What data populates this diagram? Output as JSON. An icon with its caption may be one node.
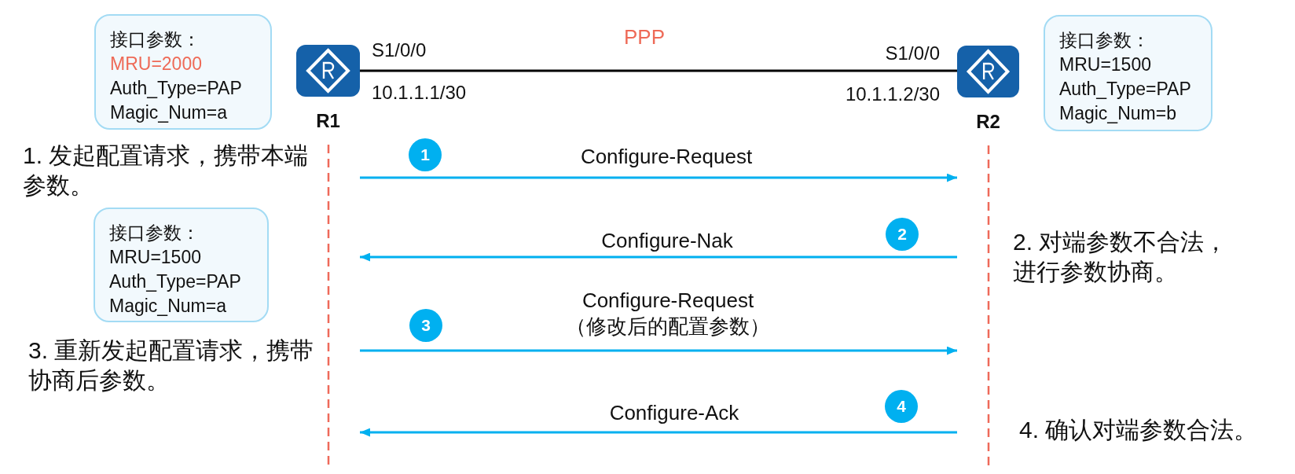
{
  "diagram": {
    "nodes": [
      {
        "text": [
          "接口参数：",
          "MRU=2000",
          "Auth_Type=PAP",
          "Magic_Num=a"
        ]
      },
      {
        "text": [
          "R1"
        ]
      },
      {
        "text": [
          "R2"
        ]
      },
      {
        "text": [
          "接口参数：",
          "MRU=1500",
          "Auth_Type=PAP",
          "Magic_Num=b"
        ]
      },
      {
        "text": [
          "1"
        ]
      },
      {
        "text": [
          "接口参数：",
          "MRU=1500",
          "Auth_Type=PAP",
          "Magic_Num=a"
        ]
      },
      {
        "text": [
          "2"
        ]
      },
      {
        "text": [
          "3"
        ]
      },
      {
        "text": [
          "4"
        ]
      }
    ],
    "edges": [
      {
        "from": 1,
        "to": 2,
        "arrow": "none",
        "label": "PPP",
        "color": "#000000"
      },
      {
        "from": 1,
        "to": 2,
        "arrow": "to",
        "label": "Configure-Request"
      },
      {
        "from": 2,
        "to": 1,
        "arrow": "to",
        "label": "Configure-Nak"
      },
      {
        "from": 1,
        "to": 2,
        "arrow": "to",
        "label": "Configure-Request （修改后的配置参数）"
      },
      {
        "from": 2,
        "to": 1,
        "arrow": "to",
        "label": "Configure-Ack"
      }
    ],
    "labels": [
      "S1/0/0",
      "S1/0/0",
      "10.1.1.1/30",
      "10.1.1.2/30",
      "1. 发起配置请求，携带本端参数。",
      "2. 对端参数不合法，进行参数协商。",
      "3. 重新发起配置请求，携带协商后参数。",
      "4. 确认对端参数合法。"
    ]
  }
}
